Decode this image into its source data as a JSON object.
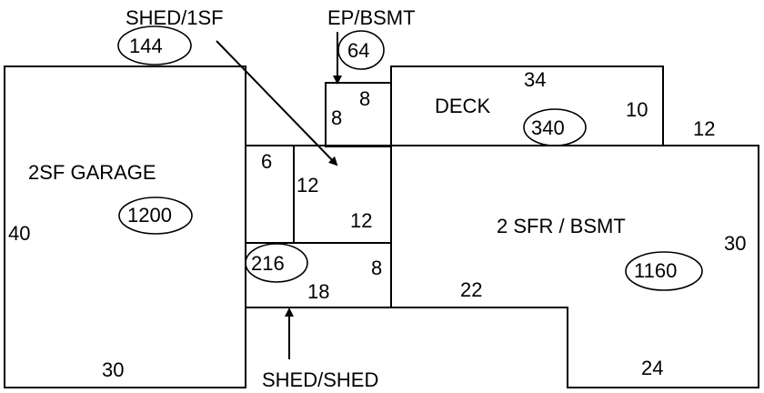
{
  "colors": {
    "line": "#000000",
    "background": "#ffffff"
  },
  "annotations": {
    "shed_1sf": "SHED/1SF",
    "ep_bsmt": "EP/BSMT",
    "shed_shed": "SHED/SHED"
  },
  "garage": {
    "label": "2SF GARAGE",
    "area": "1200",
    "height_dim": "40",
    "width_dim": "30",
    "shed_area": "144"
  },
  "porch": {
    "area": "64",
    "dim_top": "8",
    "dim_side": "8"
  },
  "deck": {
    "label": "DECK",
    "area": "340",
    "dim_top": "34",
    "dim_side": "10"
  },
  "middle": {
    "dim_6": "6",
    "dim_12_left": "12",
    "dim_12_bottom": "12"
  },
  "shed": {
    "area": "216",
    "dim_width": "18",
    "dim_height": "8"
  },
  "house": {
    "label": "2 SFR / BSMT",
    "area": "1160",
    "dim_12": "12",
    "dim_30": "30",
    "dim_22": "22",
    "dim_24": "24"
  }
}
